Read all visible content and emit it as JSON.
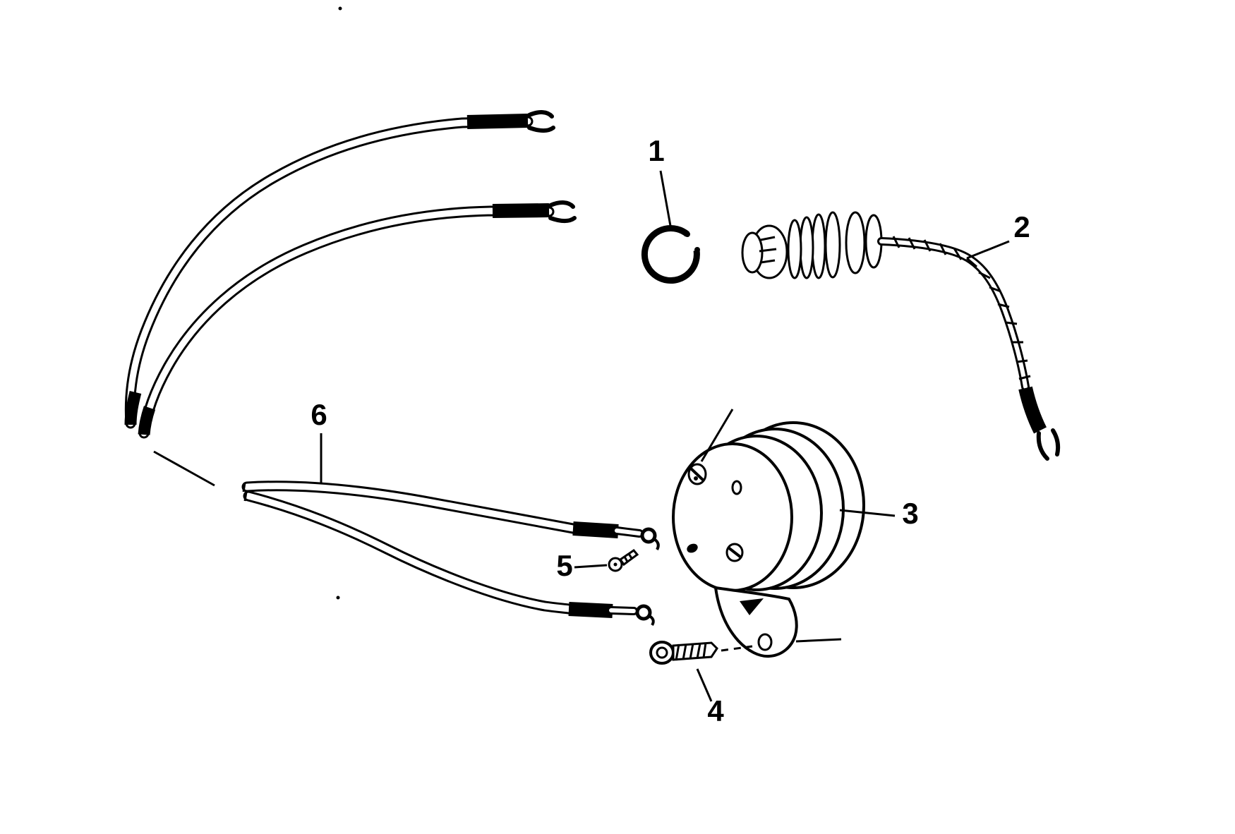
{
  "diagram": {
    "colors": {
      "background": "#ffffff",
      "ink": "#000000"
    },
    "callouts": [
      {
        "label": "1"
      },
      {
        "label": "2"
      },
      {
        "label": "3"
      },
      {
        "label": "4"
      },
      {
        "label": "5"
      },
      {
        "label": "6"
      }
    ]
  }
}
